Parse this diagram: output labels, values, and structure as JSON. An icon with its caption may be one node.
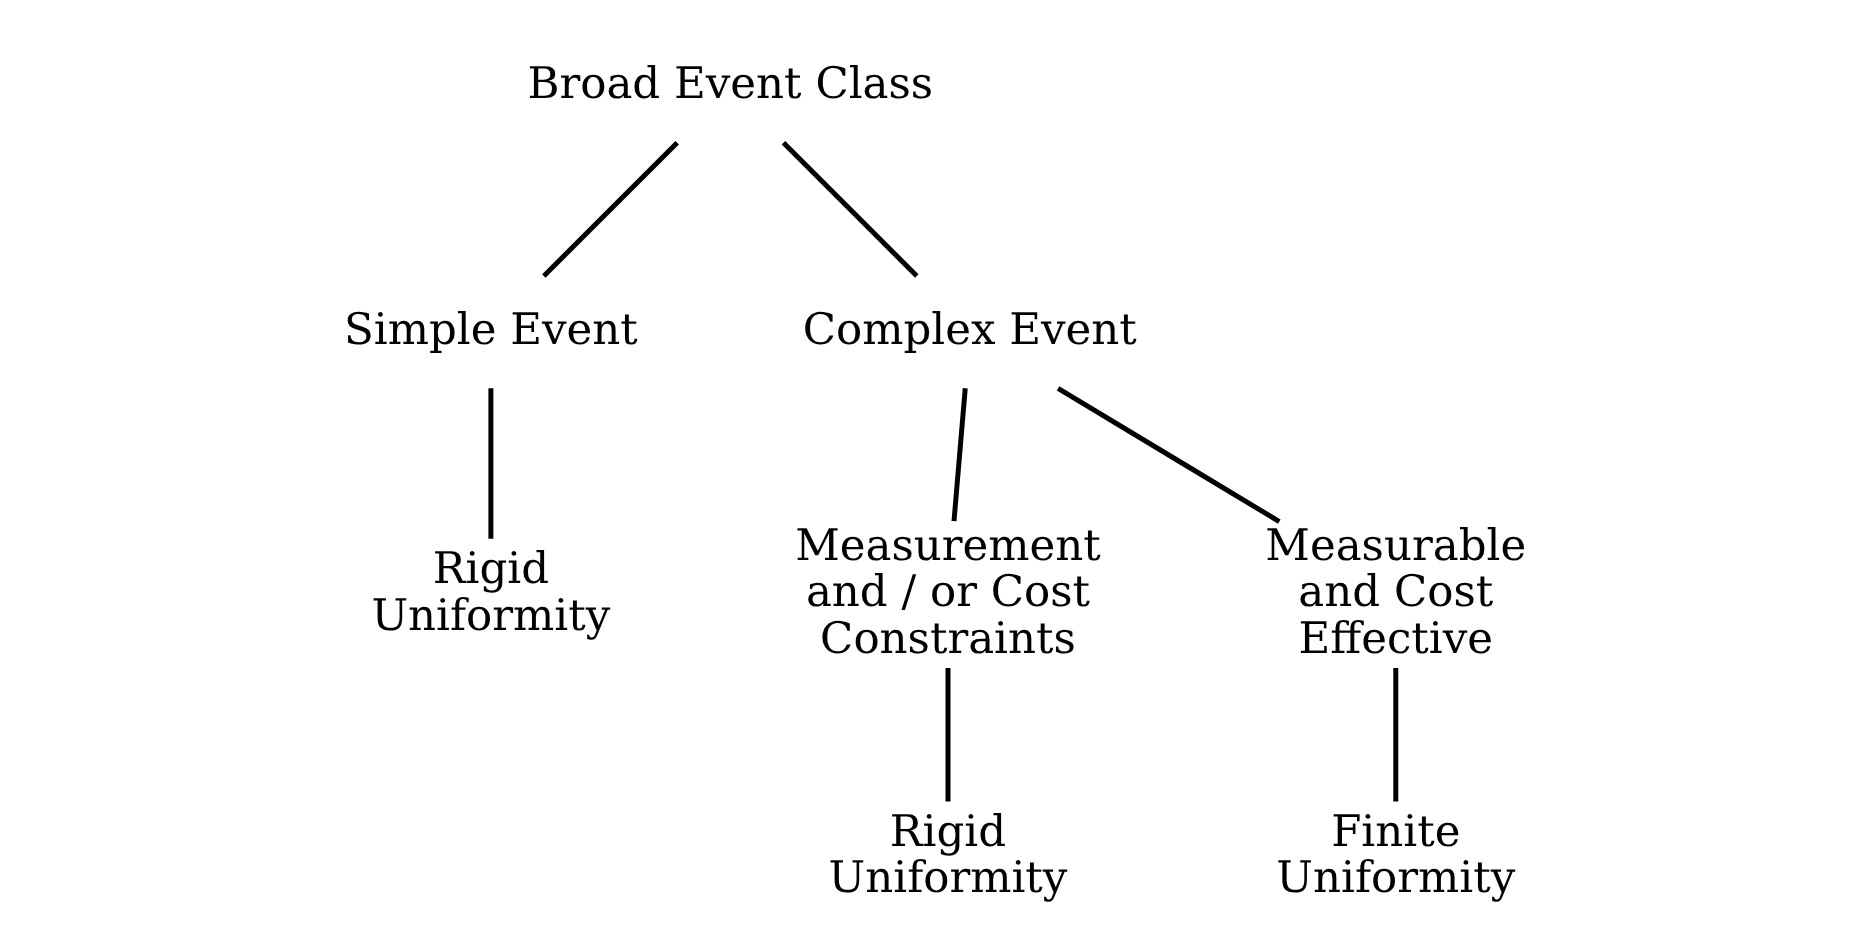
{
  "diagram": {
    "nodes": [
      {
        "text": [
          "Broad Event Class"
        ]
      },
      {
        "text": [
          "Simple Event"
        ]
      },
      {
        "text": [
          "Complex Event"
        ]
      },
      {
        "text": [
          "Measurement and / or Cost Constraints"
        ]
      },
      {
        "text": [
          "Measurable and Cost Effective"
        ]
      },
      {
        "text": [
          "Rigid Uniformity"
        ]
      },
      {
        "text": [
          "Rigid Uniformity"
        ]
      },
      {
        "text": [
          "Finite Uniformity"
        ]
      }
    ],
    "edges": [
      {
        "from": 0,
        "to": 1,
        "arrow": "none"
      },
      {
        "from": 0,
        "to": 2,
        "arrow": "none"
      },
      {
        "from": 2,
        "to": 3,
        "arrow": "none"
      },
      {
        "from": 2,
        "to": 4,
        "arrow": "none"
      },
      {
        "from": 1,
        "to": 5,
        "arrow": "none"
      },
      {
        "from": 3,
        "to": 6,
        "arrow": "none"
      },
      {
        "from": 4,
        "to": 7,
        "arrow": "none"
      }
    ]
  }
}
